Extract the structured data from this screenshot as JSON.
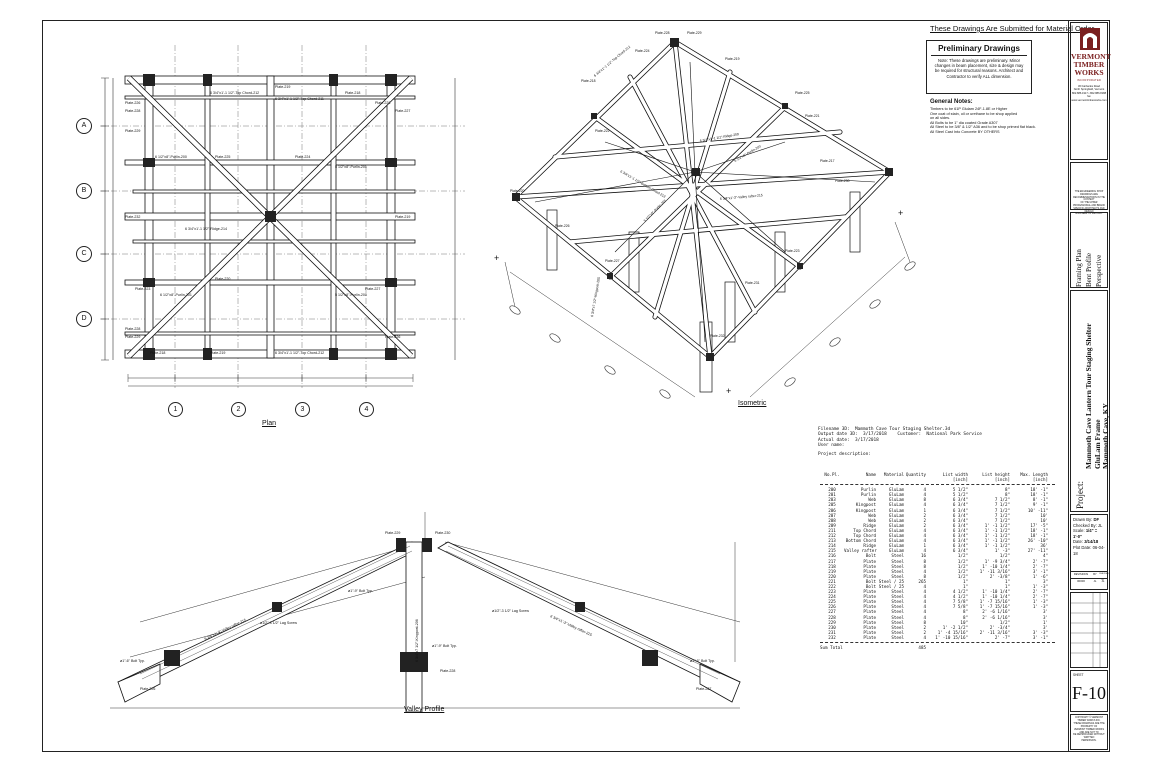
{
  "header": {
    "submitted": "These Drawings Are Submitted for Material Order"
  },
  "preliminary": {
    "title": "Preliminary Drawings",
    "lines": [
      "Note: These drawings are preliminary. Minor",
      "changes in beam placement, size & design may",
      "be required for structural reasons. Architect and",
      "Contractor to verify ALL dimension."
    ]
  },
  "general_notes": {
    "title": "General Notes:",
    "lines": [
      "Timbers to be 61P Glulam 24F-1.8E or Higher",
      "One coat of stain, oil or urethane to be shop applied",
      "   on all sides.",
      "All Bolts to be 1\" dia coated Grade A307",
      "All Steel to be 3/8\" & 1/2\" A36 and to be shop primed flat black.",
      "All Steel Cast Into Concrete BY OTHERS"
    ]
  },
  "company": {
    "name_lines": [
      "VERMONT",
      "TIMBER",
      "WORKS"
    ],
    "tag": "INCORPORATED",
    "address": [
      "36 Fairbanks Road",
      "North Springfield, Vermont",
      "802.886.1917 • 802.886.8188 fax",
      "www.vermonttimberworks.com"
    ],
    "legal": [
      "THE ENGINEERING SHOP DRAWINGS ARE",
      "RECOMMENDATIONS IN THE CONTEXT",
      "OF THE UPPER PROFESSIONAL AND BRAND",
      "SPECIFIC ARCHITECTS AND DESIGN",
      "ENGINEER OF RECORD."
    ]
  },
  "sheet_contents": [
    "Framing Plan",
    "Bent Profile",
    "Perspective"
  ],
  "project": {
    "label": "Project:",
    "lines": [
      "Mammoth Cave Lantern Tour Staging Shelter",
      "GluLam Frame",
      "Mammoth Cave, KY"
    ]
  },
  "drawn": {
    "drawn_by_label": "Drawn By:",
    "drawn_by": "DF",
    "checked_label": "Checked By:",
    "checked": "JL",
    "scale_label": "Scale:",
    "scale": "1/4\" = 1'-0\"",
    "date_label": "Date:",
    "date": "3/14/18",
    "plot_label": "Plot Date:",
    "plot": "06-04-18"
  },
  "revisions": {
    "head": [
      "REVISIONS",
      "BY",
      "CHECKED BY"
    ],
    "rows": [
      [
        "00000",
        "JL",
        "JL"
      ]
    ]
  },
  "sheet": {
    "label": "SHEET",
    "number": "F-10"
  },
  "footer_legal": [
    "COPYRIGHT © VERMONT TIMBER WORKS INC.",
    "THESE DRAWINGS ARE THE PROPERTY OF",
    "VERMONT TIMBER WORKS AND ARE NOT TO",
    "BE REPRODUCED WITHOUT WRITTEN",
    "PERMISSION."
  ],
  "views": {
    "plan": "Plan",
    "isometric": "Isometric",
    "valley": "Valley Profile"
  },
  "plan_grid": {
    "rows": [
      "A",
      "B",
      "C",
      "D"
    ],
    "cols": [
      "1",
      "2",
      "3",
      "4"
    ]
  },
  "file_info": [
    [
      "Filename 3D:",
      "Mammoth Cave Tour Staging Shelter.3d"
    ],
    [
      "Output date 3D:",
      "3/17/2018",
      "Customer:",
      "National Park Service"
    ],
    [
      "Actual date:",
      "3/17/2018"
    ],
    [
      "User name:",
      ""
    ],
    [
      "Project description:",
      ""
    ]
  ],
  "parts_table": {
    "headers": [
      "No.Pl.",
      "Name",
      "Material",
      "Quantity",
      "List width",
      "List height",
      "Max. Length"
    ],
    "units": [
      "",
      "",
      "",
      "",
      "[inch]",
      "[inch]",
      "[inch]"
    ],
    "rows": [
      [
        "200",
        "Purlin",
        "GluLam",
        "4",
        "5 1/2\"",
        "8\"",
        "18' -1\""
      ],
      [
        "201",
        "Purlin",
        "GluLam",
        "4",
        "5 1/2\"",
        "8\"",
        "18' -1\""
      ],
      [
        "203",
        "Web",
        "GluLam",
        "8",
        "6 3/4\"",
        "7 1/2\"",
        "8' -1\""
      ],
      [
        "205",
        "Kingpost",
        "GluLam",
        "4",
        "6 3/4\"",
        "7 1/2\"",
        "9' -1\""
      ],
      [
        "206",
        "Kingpost",
        "GluLam",
        "1",
        "6 3/4\"",
        "7 1/2\"",
        "10' -11\""
      ],
      [
        "207",
        "Web",
        "GluLam",
        "2",
        "6 3/4\"",
        "7 1/2\"",
        "10'"
      ],
      [
        "208",
        "Web",
        "GluLam",
        "2",
        "6 3/4\"",
        "7 1/2\"",
        "10'"
      ],
      [
        "209",
        "Ridge",
        "GluLam",
        "2",
        "6 3/4\"",
        "1' -1 1/2\"",
        "17' -5\""
      ],
      [
        "211",
        "Top Chord",
        "GluLam",
        "4",
        "6 3/4\"",
        "1' -1 1/2\"",
        "18' -1\""
      ],
      [
        "212",
        "Top Chord",
        "GluLam",
        "4",
        "6 3/4\"",
        "1' -1 1/2\"",
        "18' -1\""
      ],
      [
        "213",
        "Bottom Chord",
        "GluLam",
        "4",
        "6 3/4\"",
        "1' -1 1/2\"",
        "26' -10\""
      ],
      [
        "214",
        "Ridge",
        "GluLam",
        "1",
        "6 3/4\"",
        "1' -1 1/2\"",
        "36'"
      ],
      [
        "215",
        "Valley rafter",
        "GluLam",
        "4",
        "6 3/4\"",
        "1' -3\"",
        "27' -11\""
      ],
      [
        "216",
        "Bolt",
        "Steel",
        "16",
        "1/2\"",
        "1/2\"",
        "4\""
      ],
      [
        "217",
        "Plate",
        "Steel",
        "8",
        "1/2\"",
        "1' -9 3/4\"",
        "2' -7\""
      ],
      [
        "218",
        "Plate",
        "Steel",
        "8",
        "1/2\"",
        "1' -10 1/4\"",
        "2' -7\""
      ],
      [
        "219",
        "Plate",
        "Steel",
        "4",
        "1/2\"",
        "1' -11 3/16\"",
        "3' -1\""
      ],
      [
        "220",
        "Plate",
        "Steel",
        "8",
        "1/2\"",
        "2' -3/8\"",
        "1' -6\""
      ],
      [
        "221",
        "Bolt",
        "Steel / 25",
        "265",
        "1\"",
        "1\"",
        "3\""
      ],
      [
        "222",
        "Bolt",
        "Steel / 25",
        "4",
        "1\"",
        "1\"",
        "1' -3\""
      ],
      [
        "223",
        "Plate",
        "Steel",
        "4",
        "4 1/2\"",
        "1' -10 1/4\"",
        "2' -7\""
      ],
      [
        "224",
        "Plate",
        "Steel",
        "4",
        "4 1/2\"",
        "1' -10 1/4\"",
        "2' -7\""
      ],
      [
        "225",
        "Plate",
        "Steel",
        "4",
        "7 5/8\"",
        "1' -7 15/16\"",
        "1' -3\""
      ],
      [
        "226",
        "Plate",
        "Steel",
        "4",
        "7 5/8\"",
        "1' -7 15/16\"",
        "1' -3\""
      ],
      [
        "227",
        "Plate",
        "Steel",
        "4",
        "8\"",
        "2' -6 1/16\"",
        "3'"
      ],
      [
        "228",
        "Plate",
        "Steel",
        "4",
        "8\"",
        "2' -6 1/16\"",
        "3'"
      ],
      [
        "229",
        "Plate",
        "Steel",
        "8",
        "10\"",
        "1/2\"",
        "1'"
      ],
      [
        "230",
        "Plate",
        "Steel",
        "2",
        "1' -2 1/2\"",
        "2' -3/4\"",
        "3'"
      ],
      [
        "231",
        "Plate",
        "Steel",
        "2",
        "1' -4 15/16\"",
        "2' -11 3/16\"",
        "3' -3\""
      ],
      [
        "232",
        "Plate",
        "Steel",
        "4",
        "1' -10 15/16\"",
        "2' -7\"",
        "3' -1\""
      ]
    ],
    "total_label": "Sum Total",
    "total": "485"
  },
  "plan_labels": [
    "Plate-226",
    "Plate-228",
    "Plate-229",
    "6 3/4\"x1'-1 1/2\"-Top Chord-212",
    "Plate-219",
    "Plate-218",
    "Plate-228",
    "Plate-227",
    "6 3/4\"x1'-1 1/2\"-Top Chord-211",
    "6 1/2\"x8\"-Purlin-200",
    "Plate-225",
    "Plate-224",
    "5 1/2\"x8\"-Purlin-201",
    "6 3/4\"x1'-1 1/2\"-Ridge-214",
    "Plate-232",
    "Plate-219",
    "Plate-220",
    "Plate-227",
    "Plate-223",
    "6 1/2\"x8\"-Purlin-201",
    "5 1/2\"x8\"-Purlin-200",
    "Plate-228",
    "Plate-229",
    "Plate-226",
    "Plate-218",
    "Plate-219",
    "6 3/4\"x1'-1 1/2\"-Top Chord-212"
  ],
  "iso_labels": [
    "Plate-228",
    "Plate-229",
    "Plate-224",
    "Plate-219",
    "Plate-218",
    "Plate-225",
    "Plate-221",
    "Plate-217",
    "Plate-220",
    "Plate-230",
    "Plate-227",
    "Plate-223",
    "Plate-226",
    "Plate-231",
    "Plate-232",
    "Plate-222",
    "6 3/4\"x1'-1 1/2\"-Top Chord-212",
    "6 3/4\"x1'-1 1/2\"-Ridge-209",
    "6 3/4\"x1'-3\"-Valley rafter-215",
    "6 3/4\"x1'-1 1/2\"-Bottom Chord-213",
    "6 1/2\"x8\"-Purlin-200",
    "5 1/2\"x8\"-Purlin-201",
    "6 3/4\"x7 1/2\"-Kingpost-205"
  ],
  "valley_labels": [
    "Plate-229",
    "Plate-230",
    "Plate-228",
    "ø1\"-9\" Bolt Typ.",
    "ø1\"-9\" Bolt Typ.",
    "ø1\"-6\" Bolt Typ.",
    "ø1\"-6\" Bolt Typ.",
    "ø1/2\"-3 1/2\" Lag Screw",
    "ø1/2\"-3 1/2\" Lag Screw",
    "6 3/4\"x1'-3\"-Valley rafter-215",
    "6 3/4\"x1'-3\"-Valley rafter-215",
    "6 3/4\"x7 1/2\"-Kingpost-206",
    "Plate-226",
    "Plate-227"
  ]
}
